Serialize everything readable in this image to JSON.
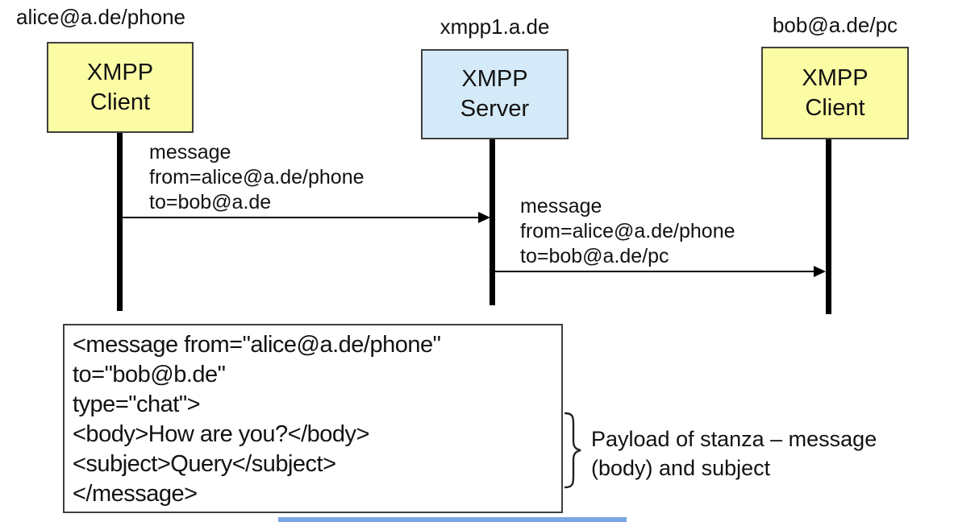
{
  "diagram": {
    "title_hint": "XMPP message routing sequence",
    "actors": [
      {
        "jid": "alice@a.de/phone",
        "box_line1": "XMPP",
        "box_line2": "Client",
        "fill": "#FCFCA5"
      },
      {
        "jid": "xmpp1.a.de",
        "box_line1": "XMPP",
        "box_line2": "Server",
        "fill": "#D5EAF8"
      },
      {
        "jid": "bob@a.de/pc",
        "box_line1": "XMPP",
        "box_line2": "Client",
        "fill": "#FCFCA5"
      }
    ],
    "messages": [
      {
        "from": "alice@a.de/phone",
        "to_node": "xmpp1.a.de",
        "line1": "message",
        "line2": "from=alice@a.de/phone",
        "line3": "to=bob@a.de"
      },
      {
        "from": "xmpp1.a.de",
        "to_node": "bob@a.de/pc",
        "line1": "message",
        "line2": "from=alice@a.de/phone",
        "line3": "to=bob@a.de/pc"
      }
    ],
    "xml_stanza": {
      "line1": "<message from=\"alice@a.de/phone\"",
      "line2": "to=\"bob@b.de\"",
      "line3": "type=\"chat\">",
      "line4": "<body>How are you?</body>",
      "line5": "<subject>Query</subject>",
      "line6": "</message>"
    },
    "annotation": {
      "line1": "Payload of stanza – message",
      "line2": "(body) and subject"
    }
  },
  "colors": {
    "client_fill": "#FCFCA5",
    "server_fill": "#D5EAF8",
    "box_border": "#3f3f3f",
    "line_black": "#000000",
    "accent_bar_blue": "#7CA5E2"
  }
}
